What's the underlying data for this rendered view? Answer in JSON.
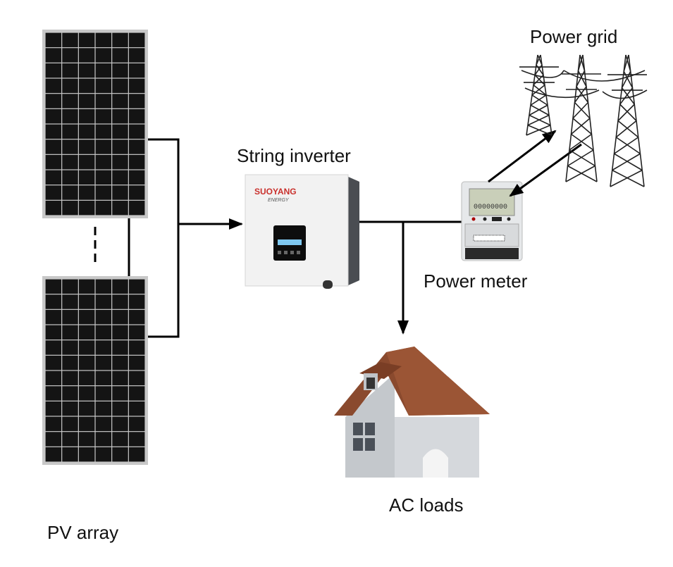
{
  "labels": {
    "power_grid": "Power grid",
    "string_inverter": "String inverter",
    "power_meter": "Power meter",
    "ac_loads": "AC loads",
    "pv_array": "PV array"
  },
  "inverter": {
    "brand": "SUOYANG",
    "sub": "ENERGY"
  },
  "meter": {
    "reading": "00000000"
  },
  "colors": {
    "panel_cell": "#141414",
    "panel_frame": "#c8c8c8",
    "inverter_body": "#f2f2f2",
    "inverter_screen": "#7fc8f0",
    "roof": "#8a4a2e",
    "house_wall": "#d5d8dc",
    "line": "#000000"
  }
}
